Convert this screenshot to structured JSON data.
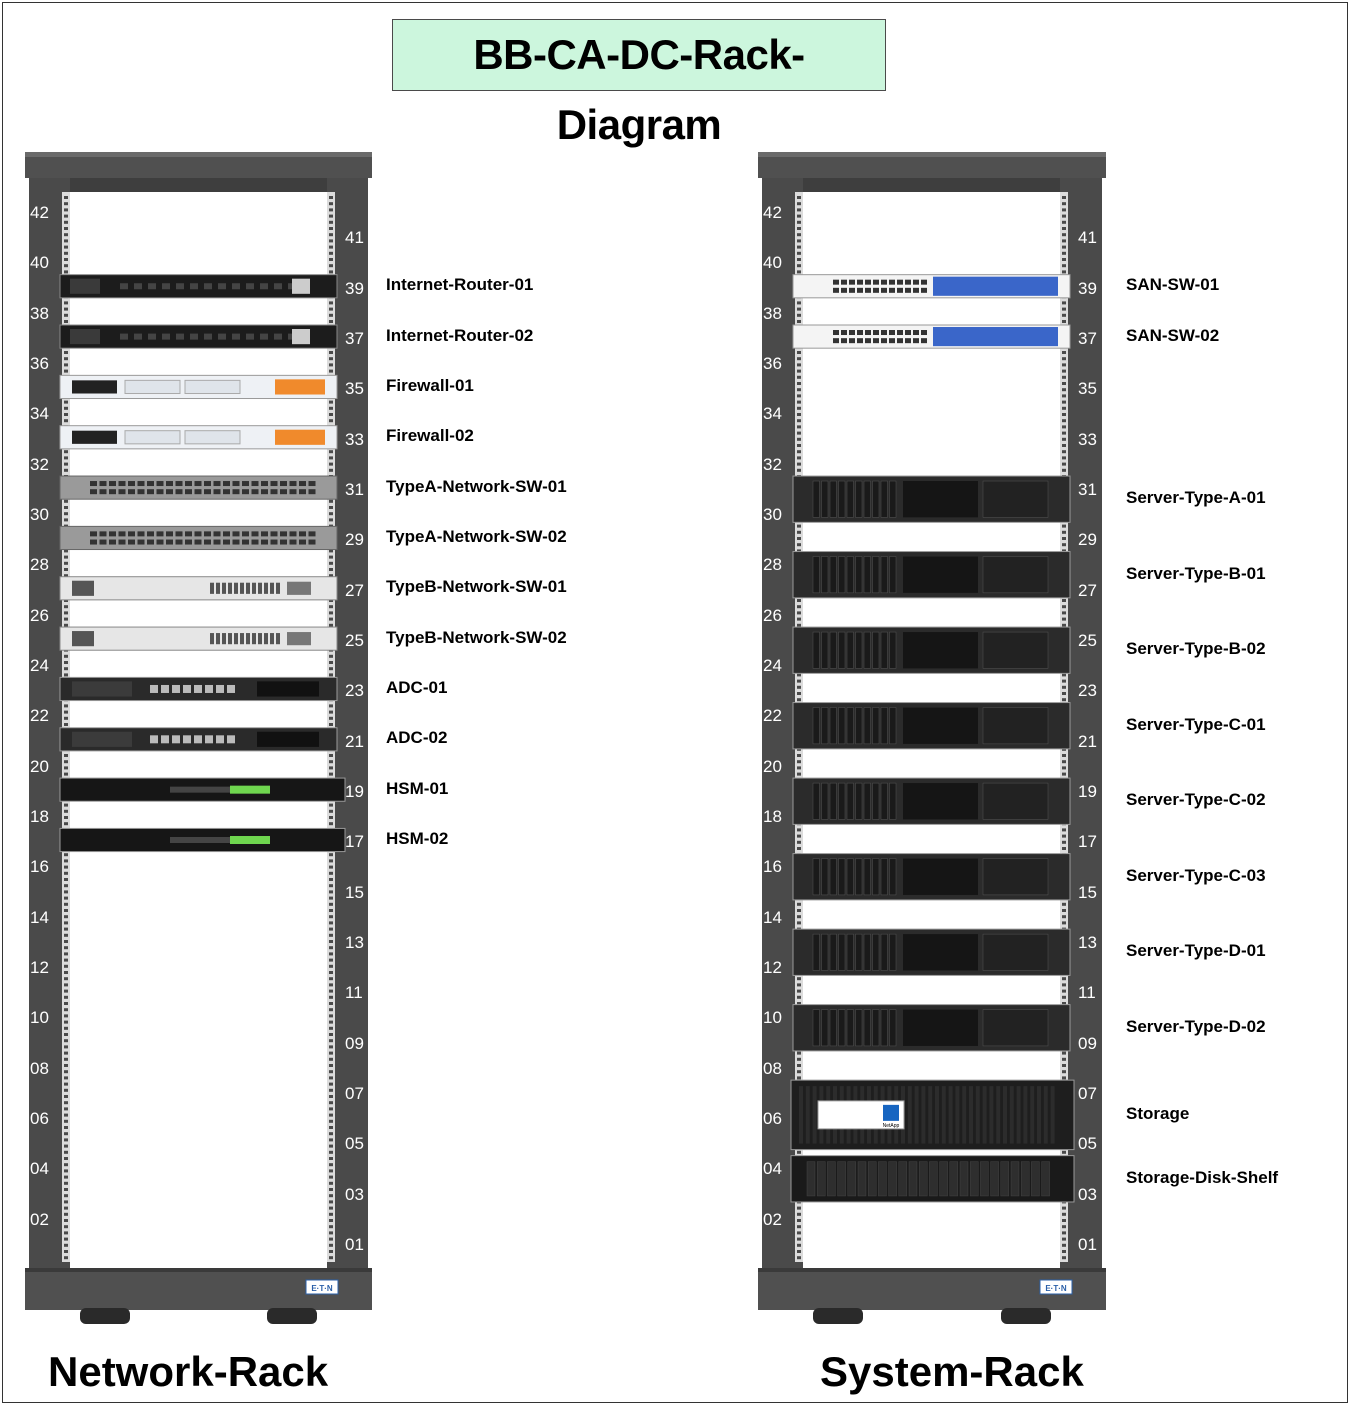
{
  "title": "BB-CA-DC-Rack-Diagram",
  "racks": [
    {
      "name": "Network-Rack",
      "brand": "E·T·N",
      "units": [
        "42",
        "41",
        "40",
        "39",
        "38",
        "37",
        "36",
        "35",
        "34",
        "33",
        "32",
        "31",
        "30",
        "29",
        "28",
        "27",
        "26",
        "25",
        "24",
        "23",
        "22",
        "21",
        "20",
        "19",
        "18",
        "17",
        "16",
        "15",
        "14",
        "13",
        "12",
        "11",
        "10",
        "09",
        "08",
        "07",
        "06",
        "05",
        "04",
        "03",
        "02",
        "01"
      ],
      "devices": [
        {
          "label": "Internet-Router-01",
          "type": "router",
          "start": 39,
          "size": 1
        },
        {
          "label": "Internet-Router-02",
          "type": "router",
          "start": 37,
          "size": 1
        },
        {
          "label": "Firewall-01",
          "type": "firewall",
          "start": 35,
          "size": 1
        },
        {
          "label": "Firewall-02",
          "type": "firewall",
          "start": 33,
          "size": 1
        },
        {
          "label": "TypeA-Network-SW-01",
          "type": "switchA",
          "start": 31,
          "size": 1
        },
        {
          "label": "TypeA-Network-SW-02",
          "type": "switchA",
          "start": 29,
          "size": 1
        },
        {
          "label": "TypeB-Network-SW-01",
          "type": "switchB",
          "start": 27,
          "size": 1
        },
        {
          "label": "TypeB-Network-SW-02",
          "type": "switchB",
          "start": 25,
          "size": 1
        },
        {
          "label": "ADC-01",
          "type": "adc",
          "start": 23,
          "size": 1
        },
        {
          "label": "ADC-02",
          "type": "adc",
          "start": 21,
          "size": 1
        },
        {
          "label": "HSM-01",
          "type": "hsm",
          "start": 19,
          "size": 1
        },
        {
          "label": "HSM-02",
          "type": "hsm",
          "start": 17,
          "size": 1
        }
      ]
    },
    {
      "name": "System-Rack",
      "brand": "E·T·N",
      "units": [
        "42",
        "41",
        "40",
        "39",
        "38",
        "37",
        "36",
        "35",
        "34",
        "33",
        "32",
        "31",
        "30",
        "29",
        "28",
        "27",
        "26",
        "25",
        "24",
        "23",
        "22",
        "21",
        "20",
        "19",
        "18",
        "17",
        "16",
        "15",
        "14",
        "13",
        "12",
        "11",
        "10",
        "09",
        "08",
        "07",
        "06",
        "05",
        "04",
        "03",
        "02",
        "01"
      ],
      "devices": [
        {
          "label": "SAN-SW-01",
          "type": "san",
          "start": 39,
          "size": 1
        },
        {
          "label": "SAN-SW-02",
          "type": "san",
          "start": 37,
          "size": 1
        },
        {
          "label": "Server-Type-A-01",
          "type": "server",
          "start": 30,
          "size": 2
        },
        {
          "label": "Server-Type-B-01",
          "type": "server",
          "start": 27,
          "size": 2
        },
        {
          "label": "Server-Type-B-02",
          "type": "server",
          "start": 24,
          "size": 2
        },
        {
          "label": "Server-Type-C-01",
          "type": "server",
          "start": 21,
          "size": 2
        },
        {
          "label": "Server-Type-C-02",
          "type": "server",
          "start": 18,
          "size": 2
        },
        {
          "label": "Server-Type-C-03",
          "type": "server",
          "start": 15,
          "size": 2
        },
        {
          "label": "Server-Type-D-01",
          "type": "server",
          "start": 12,
          "size": 2
        },
        {
          "label": "Server-Type-D-02",
          "type": "server",
          "start": 9,
          "size": 2
        },
        {
          "label": "Storage",
          "type": "storage",
          "start": 5,
          "size": 3,
          "badge": "NetApp"
        },
        {
          "label": "Storage-Disk-Shelf",
          "type": "shelf",
          "start": 3,
          "size": 2
        }
      ]
    }
  ]
}
